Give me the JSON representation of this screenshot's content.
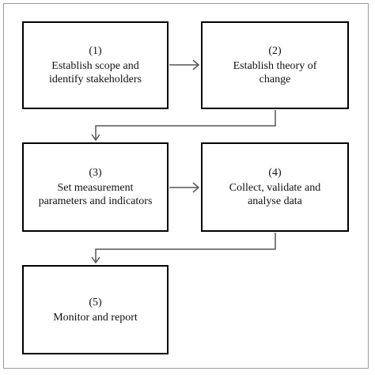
{
  "steps": [
    {
      "number": "(1)",
      "lines": [
        "Establish scope and",
        "identify stakeholders"
      ]
    },
    {
      "number": "(2)",
      "lines": [
        "Establish theory of",
        "change"
      ]
    },
    {
      "number": "(3)",
      "lines": [
        "Set measurement",
        "parameters and indicators"
      ]
    },
    {
      "number": "(4)",
      "lines": [
        "Collect, validate and",
        "analyse data"
      ]
    },
    {
      "number": "(5)",
      "lines": [
        "Monitor and report"
      ]
    }
  ],
  "colors": {
    "box_border": "#000000",
    "arrow": "#555555",
    "frame": "#9a9a9a"
  }
}
